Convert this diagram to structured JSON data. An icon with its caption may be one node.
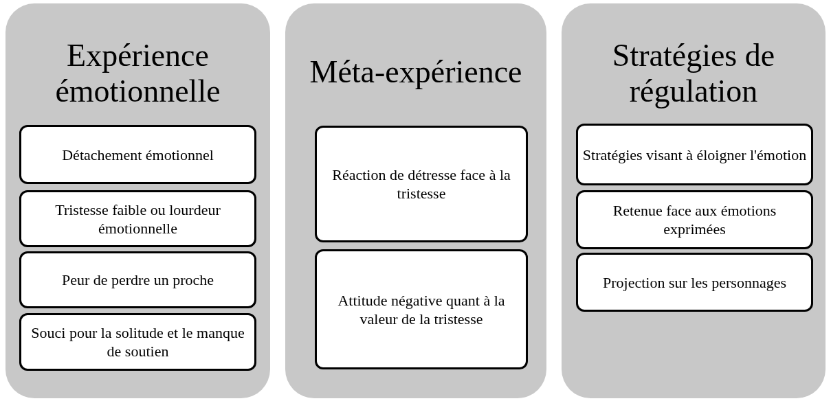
{
  "diagram": {
    "nodes": [
      {
        "text": [
          "Expérience émotionnelle"
        ]
      },
      {
        "text": [
          "Détachement émotionnel"
        ],
        "in": 0
      },
      {
        "text": [
          "Tristesse faible ou lourdeur émotionnelle"
        ],
        "in": 0
      },
      {
        "text": [
          "Peur de perdre un proche"
        ],
        "in": 0
      },
      {
        "text": [
          "Souci pour la solitude et le manque de soutien"
        ],
        "in": 0
      },
      {
        "text": [
          "Méta-expérience"
        ]
      },
      {
        "text": [
          "Réaction de détresse face à la tristesse"
        ],
        "in": 5
      },
      {
        "text": [
          "Attitude négative quant à la valeur de la tristesse"
        ],
        "in": 5
      },
      {
        "text": [
          "Stratégies de régulation"
        ]
      },
      {
        "text": [
          "Stratégies visant à éloigner l'émotion"
        ],
        "in": 8
      },
      {
        "text": [
          "Retenue face aux émotions exprimées"
        ],
        "in": 8
      },
      {
        "text": [
          "Projection sur les personnages"
        ],
        "in": 8
      }
    ]
  }
}
